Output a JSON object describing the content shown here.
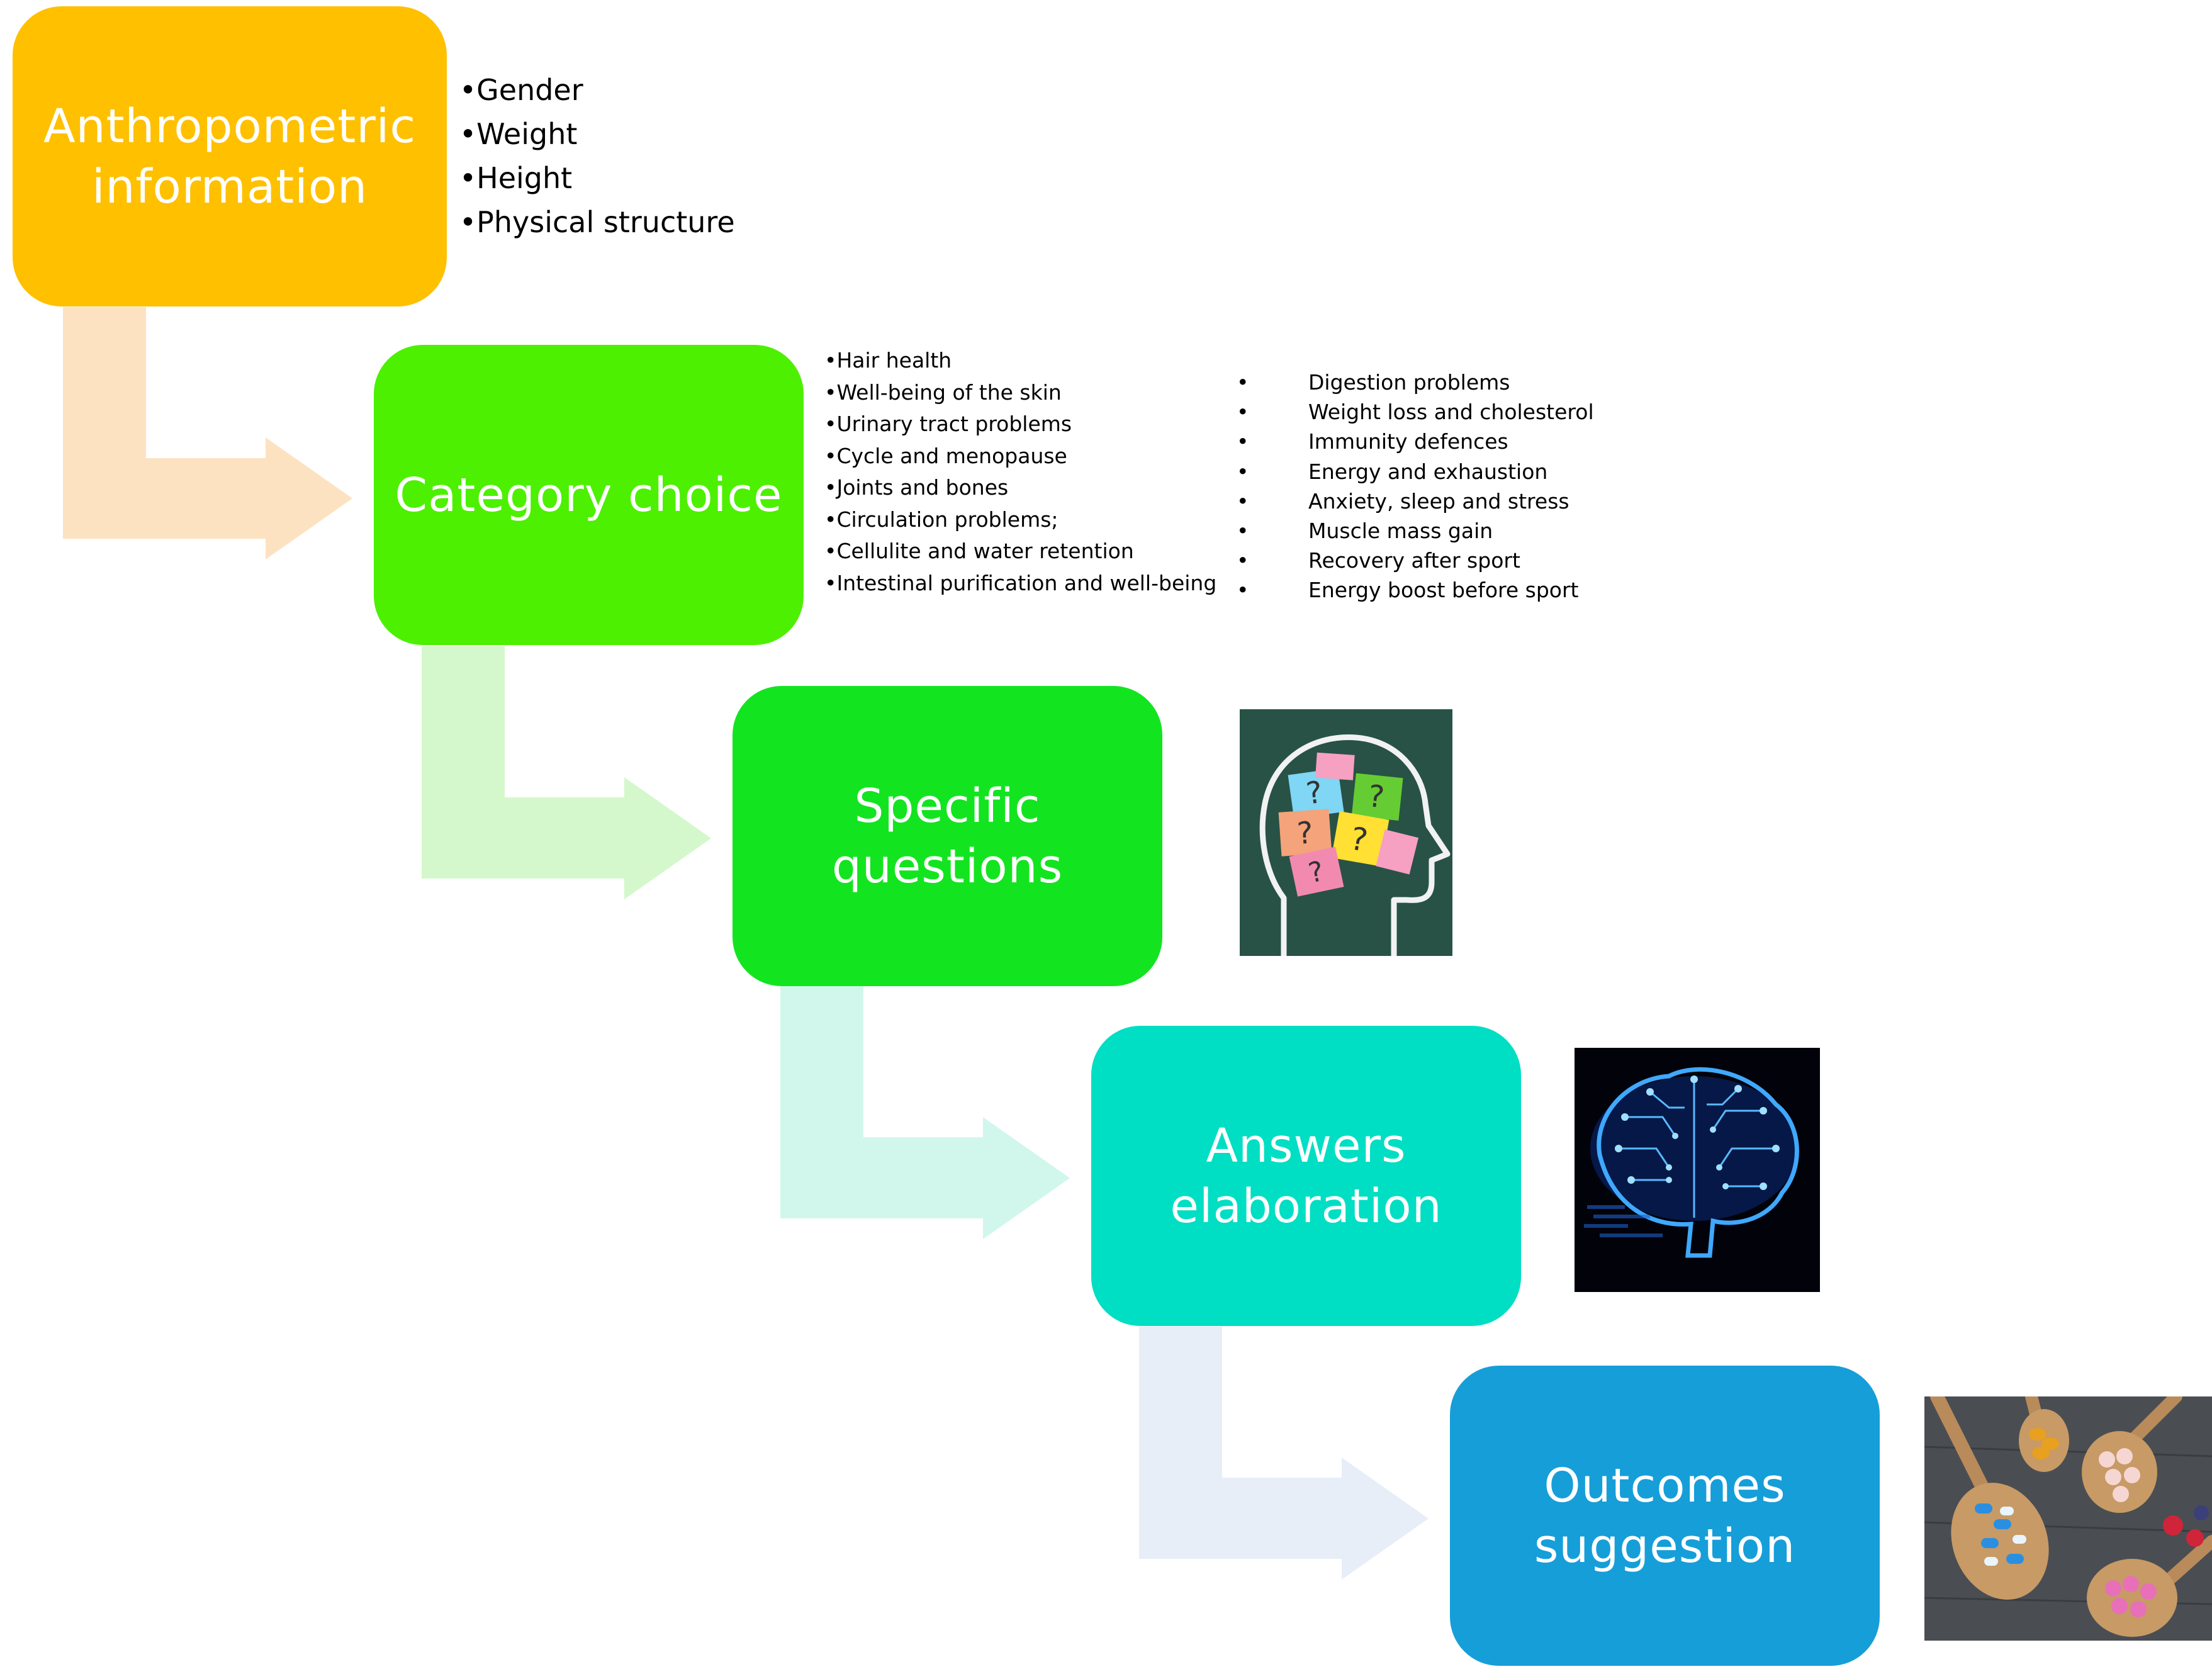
{
  "steps": [
    {
      "lines": [
        "Anthropometric",
        "information"
      ],
      "color": "#FFC000"
    },
    {
      "lines": [
        "Category choice"
      ],
      "color": "#4CF000"
    },
    {
      "lines": [
        "Specific",
        "questions"
      ],
      "color": "#13E420"
    },
    {
      "lines": [
        "Answers",
        "elaboration"
      ],
      "color": "#00DEC3"
    },
    {
      "lines": [
        "Outcomes",
        "suggestion"
      ],
      "color": "#169ED9"
    }
  ],
  "arrow_colors": [
    "#FDE2C2",
    "#D4F8CB",
    "#D1F7EC",
    "#E8EEF8"
  ],
  "anthropometric_items": [
    "•Gender",
    "•Weight",
    "•Height",
    "•Physical structure"
  ],
  "category_items_left": [
    "•Hair health",
    "•Well-being of the skin",
    "•Urinary tract problems",
    "•Cycle and menopause",
    "•Joints and bones",
    "•Circulation problems;",
    "•Cellulite and water retention",
    "•Intestinal purification and well-being"
  ],
  "category_bullet": "•",
  "category_items_right": [
    "Digestion problems",
    "Weight loss and cholesterol",
    "Immunity defences",
    "Energy and exhaustion",
    "Anxiety, sleep and stress",
    "Muscle mass gain",
    "Recovery after sport",
    "Energy boost before sport"
  ],
  "images": {
    "questions": "head-with-question-notes-icon",
    "elaboration": "circuit-brain-icon",
    "outcomes": "pill-spoons-icon"
  }
}
